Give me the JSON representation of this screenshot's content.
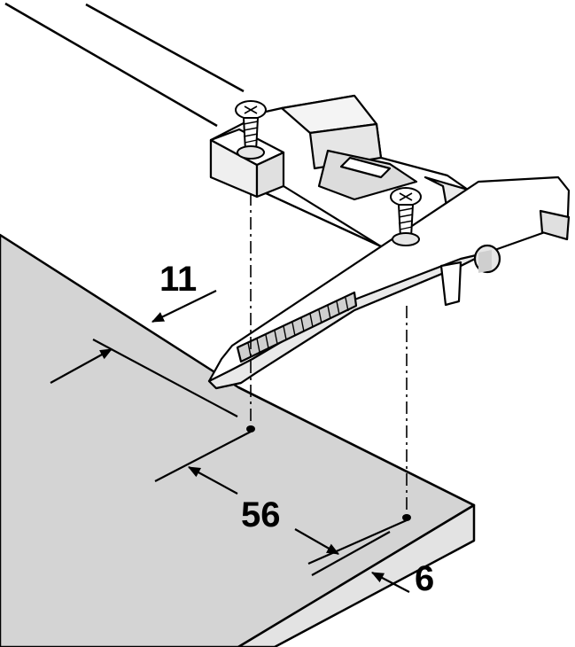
{
  "drawing": {
    "dimensions": [
      {
        "id": "edge-offset",
        "label": "11"
      },
      {
        "id": "hole-spacing",
        "label": "56"
      },
      {
        "id": "front-offset",
        "label": "6"
      }
    ]
  },
  "colors": {
    "panel_top": "#d4d4d4",
    "panel_side": "#e3e3e3",
    "line": "#000000",
    "part_fill": "#ffffff",
    "part_shade": "#e9e9e9"
  }
}
